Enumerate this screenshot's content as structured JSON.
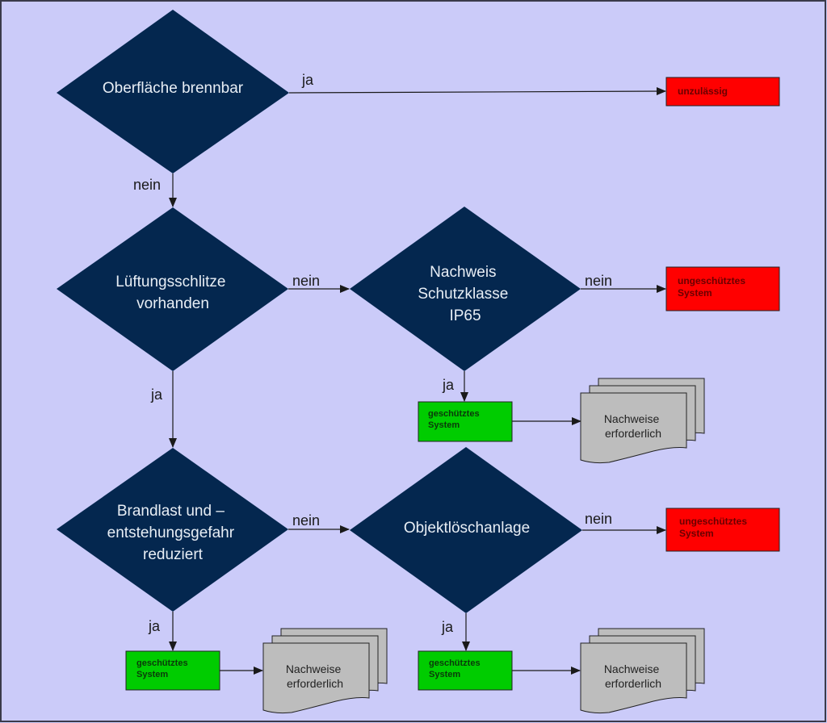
{
  "colors": {
    "background": "#cbcbf9",
    "frame": "#3a3a4a",
    "decision_fill": "#04274f",
    "decision_text": "#e8eef5",
    "red_fill": "#ff0000",
    "red_text": "#6a0000",
    "green_fill": "#00cc00",
    "green_text": "#0a3a0a",
    "doc_fill": "#bdbdbd",
    "line": "#1a1a1a"
  },
  "decisions": [
    {
      "id": "d1",
      "lines": [
        "Oberfläche brennbar"
      ]
    },
    {
      "id": "d2",
      "lines": [
        "Lüftungsschlitze",
        "vorhanden"
      ]
    },
    {
      "id": "d3",
      "lines": [
        "Nachweis",
        "Schutzklasse",
        "IP65"
      ]
    },
    {
      "id": "d4",
      "lines": [
        "Brandlast und –",
        "entstehungsgefahr",
        "reduziert"
      ]
    },
    {
      "id": "d5",
      "lines": [
        "Objektlöschanlage"
      ]
    }
  ],
  "outcomes": {
    "red": [
      {
        "id": "r1",
        "lines": [
          "unzulässig"
        ]
      },
      {
        "id": "r2",
        "lines": [
          "ungeschütztes",
          "System"
        ]
      },
      {
        "id": "r3",
        "lines": [
          "ungeschütztes",
          "System"
        ]
      }
    ],
    "green": [
      {
        "id": "g1",
        "lines": [
          "geschütztes",
          "System"
        ]
      },
      {
        "id": "g2",
        "lines": [
          "geschütztes",
          "System"
        ]
      },
      {
        "id": "g3",
        "lines": [
          "geschütztes",
          "System"
        ]
      }
    ],
    "documents": [
      {
        "id": "doc1",
        "lines": [
          "Nachweise",
          "erforderlich"
        ]
      },
      {
        "id": "doc2",
        "lines": [
          "Nachweise",
          "erforderlich"
        ]
      },
      {
        "id": "doc3",
        "lines": [
          "Nachweise",
          "erforderlich"
        ]
      }
    ]
  },
  "edge_labels": {
    "d1_yes": "ja",
    "d1_no": "nein",
    "d2_no": "nein",
    "d2_yes": "ja",
    "d3_no": "nein",
    "d3_yes": "ja",
    "d4_no": "nein",
    "d4_yes": "ja",
    "d5_no": "nein",
    "d5_yes": "ja"
  }
}
